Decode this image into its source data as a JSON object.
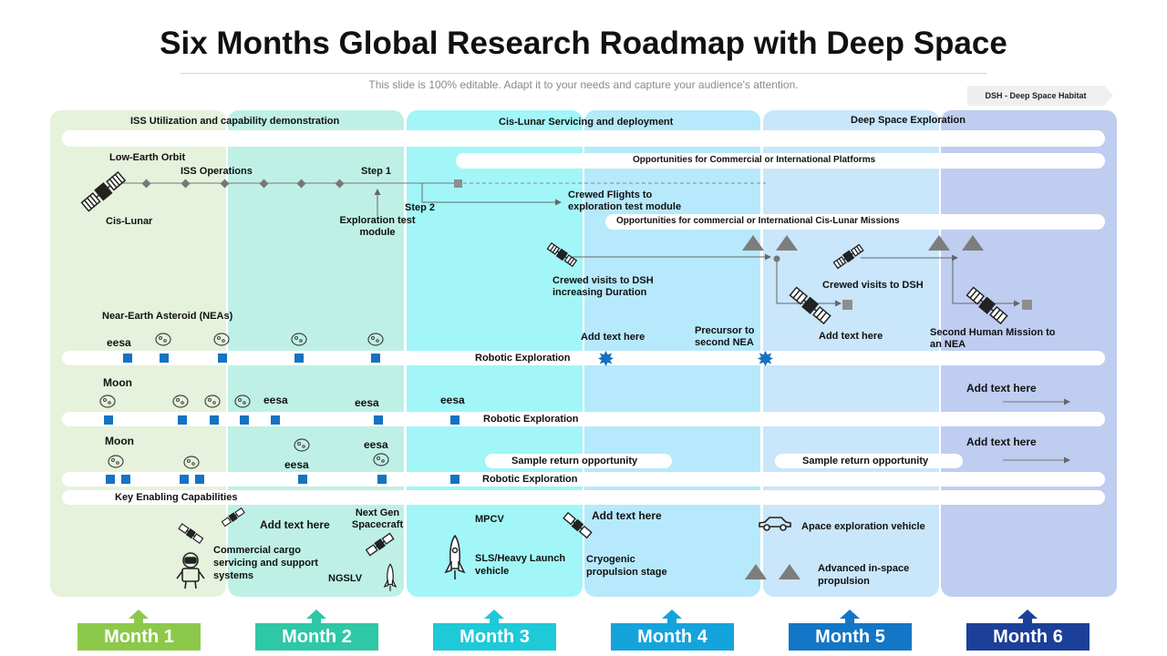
{
  "title": "Six Months Global  Research Roadmap with Deep Space",
  "subtitle": "This slide is 100% editable. Adapt it to your needs and capture your audience's attention.",
  "dsh_tag": "DSH - Deep Space Habitat",
  "phases": {
    "iss": "ISS Utilization and capability demonstration",
    "cislunar": "Cis-Lunar Servicing and deployment",
    "deep": "Deep Space Exploration"
  },
  "bands": {
    "commercial_platforms": "Opportunities for Commercial or International Platforms",
    "cislunar_missions": "Opportunities for commercial or International Cis-Lunar Missions",
    "robotic1": "Robotic Exploration",
    "robotic2": "Robotic Exploration",
    "robotic3": "Robotic Exploration",
    "sample1": "Sample return opportunity",
    "sample2": "Sample return opportunity",
    "kec": "Key Enabling Capabilities"
  },
  "labels": {
    "leo": "Low-Earth Orbit",
    "iss_ops": "ISS Operations",
    "step1": "Step 1",
    "step2": "Step 2",
    "cis_lunar": "Cis-Lunar",
    "exploration_test": "Exploration test module",
    "crewed_flights": "Crewed Flights to exploration test module",
    "crewed_visits_dsh": "Crewed visits to DSH increasing Duration",
    "crewed_visits_dsh2": "Crewed visits to DSH",
    "nea_title": "Near-Earth Asteroid (NEAs)",
    "add_text_1": "Add text here",
    "precursor": "Precursor to second NEA",
    "add_text_2": "Add text here",
    "second_human": "Second Human Mission to an NEA",
    "moon1": "Moon",
    "moon2": "Moon",
    "eesa1": "eesa",
    "eesa2": "eesa",
    "eesa3": "eesa",
    "eesa4": "eesa",
    "eesa5": "eesa",
    "eesa6": "eesa",
    "add_text_3": "Add text here",
    "add_text_4": "Add text here",
    "add_text_5": "Add text here",
    "next_gen": "Next Gen Spacecraft",
    "commercial_cargo": "Commercial cargo servicing and support systems",
    "ngslv": "NGSLV",
    "mpcv": "MPCV",
    "sls": "SLS/Heavy Launch vehicle",
    "add_text_6": "Add text here",
    "cryogenic": "Cryogenic propulsion stage",
    "apace": "Apace exploration vehicle",
    "advanced": "Advanced in-space propulsion"
  },
  "months": [
    "Month 1",
    "Month 2",
    "Month 3",
    "Month 4",
    "Month 5",
    "Month 6"
  ],
  "colors": {
    "col1": "#e6f2dc",
    "col2": "#bff0e6",
    "col3": "#a2f6f8",
    "col4": "#b6e9fb",
    "col5": "#c9e6fb",
    "col6": "#bfcdf1",
    "m1": "#8cc94a",
    "m2": "#2ec8a6",
    "m3": "#1ec9d8",
    "m4": "#15a3dc",
    "m5": "#1476c6",
    "m6": "#1c3f99",
    "marker": "#1573c2"
  }
}
